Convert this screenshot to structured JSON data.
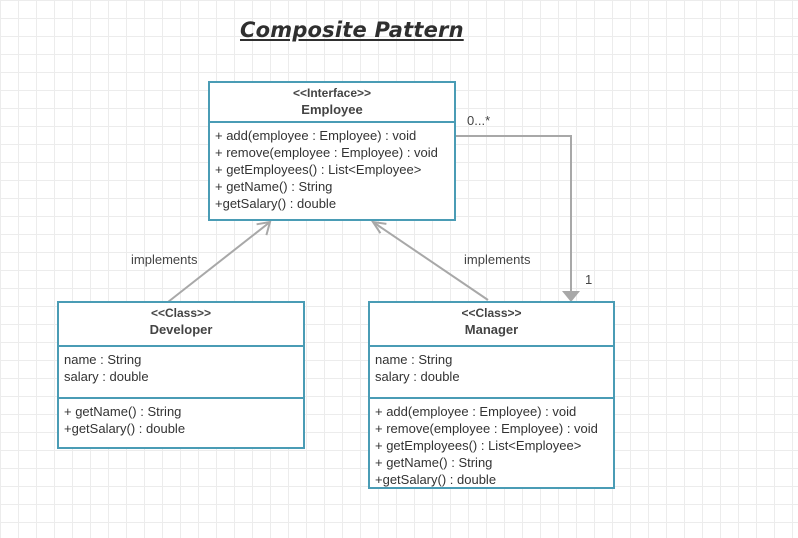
{
  "title": "Composite Pattern",
  "colors": {
    "box_border": "#4a9cb5",
    "connector": "#a8a8a8"
  },
  "employee": {
    "stereotype": "<<Interface>>",
    "name": "Employee",
    "methods": [
      "+ add(employee : Employee) : void",
      "+ remove(employee : Employee) : void",
      "+ getEmployees() : List<Employee>",
      "+ getName() : String",
      "+getSalary() : double"
    ]
  },
  "developer": {
    "stereotype": "<<Class>>",
    "name": "Developer",
    "attributes": [
      "name : String",
      "salary : double"
    ],
    "methods": [
      "+ getName() : String",
      "+getSalary() : double"
    ]
  },
  "manager": {
    "stereotype": "<<Class>>",
    "name": "Manager",
    "attributes": [
      "name : String",
      "salary : double"
    ],
    "methods": [
      "+ add(employee : Employee) : void",
      "+ remove(employee : Employee) : void",
      "+ getEmployees() : List<Employee>",
      "+ getName() : String",
      "+getSalary() : double"
    ]
  },
  "relations": {
    "developer_label": "implements",
    "manager_label": "implements",
    "multiplicity_many": "0...*",
    "multiplicity_one": "1"
  }
}
